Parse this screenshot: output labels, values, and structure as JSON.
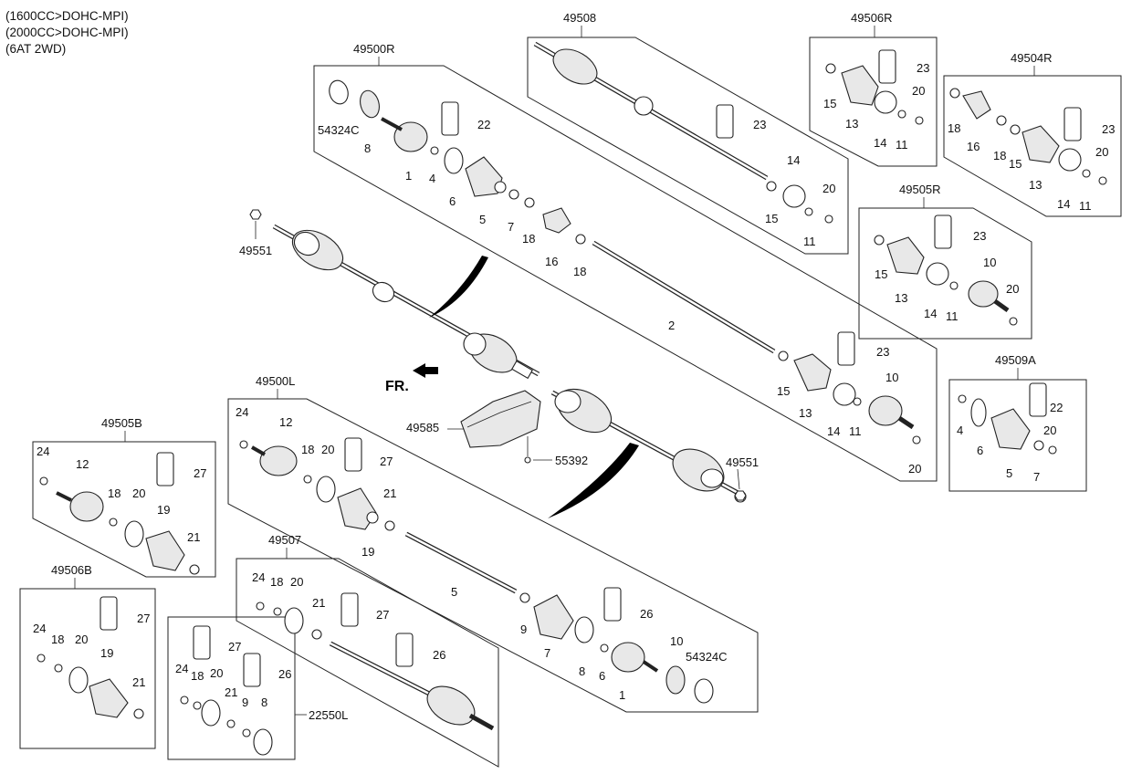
{
  "header_notes": [
    "(1600CC>DOHC-MPI)",
    "(2000CC>DOHC-MPI)",
    "(6AT 2WD)"
  ],
  "fr_label": "FR.",
  "assembly_labels": {
    "a49508": "49508",
    "a49506R": "49506R",
    "a49504R": "49504R",
    "a49500R": "49500R",
    "a49505R": "49505R",
    "a49509A": "49509A",
    "a49500L": "49500L",
    "a49505B": "49505B",
    "a49506B": "49506B",
    "a49507": "49507",
    "a22550L": "22550L"
  },
  "part_labels": {
    "p49551a": "49551",
    "p49551b": "49551",
    "p49585": "49585",
    "p55392": "55392",
    "r_54324C": "54324C",
    "r_8": "8",
    "r_1": "1",
    "r_4": "4",
    "r_22": "22",
    "r_6": "6",
    "r_5": "5",
    "r_7": "7",
    "r_18a": "18",
    "r_16": "16",
    "r_18b": "18",
    "r_2": "2",
    "r_15": "15",
    "r_23": "23",
    "r_13": "13",
    "r_14": "14",
    "r_11": "11",
    "r_10": "10",
    "r_20": "20",
    "t_23": "23",
    "t_14": "14",
    "t_20": "20",
    "t_15": "15",
    "t_11": "11",
    "s6_23": "23",
    "s6_15": "15",
    "s6_20": "20",
    "s6_13": "13",
    "s6_14": "14",
    "s6_11": "11",
    "s4_18": "18",
    "s4_16": "16",
    "s4_18b": "18",
    "s4_15": "15",
    "s4_23": "23",
    "s4_20": "20",
    "s4_13": "13",
    "s4_14": "14",
    "s4_11": "11",
    "s5_23": "23",
    "s5_15": "15",
    "s5_10": "10",
    "s5_13": "13",
    "s5_20": "20",
    "s5_14": "14",
    "s5_11": "11",
    "s9_22": "22",
    "s9_4": "4",
    "s9_20": "20",
    "s9_6": "6",
    "s9_7": "7",
    "s9_5": "5",
    "l_24": "24",
    "l_12": "12",
    "l_18": "18",
    "l_20": "20",
    "l_27": "27",
    "l_21": "21",
    "l_19": "19",
    "l_5": "5",
    "l_9": "9",
    "l_26": "26",
    "l_7": "7",
    "l_8": "8",
    "l_10": "10",
    "l_6": "6",
    "l_54324C": "54324C",
    "l_1": "1",
    "b_24": "24",
    "b_12": "12",
    "b_27": "27",
    "b_18": "18",
    "b_20": "20",
    "b_19": "19",
    "b_21": "21",
    "c_27": "27",
    "c_24": "24",
    "c_18": "18",
    "c_20": "20",
    "c_19": "19",
    "c_21": "21",
    "d_24": "24",
    "d_18": "18",
    "d_20": "20",
    "d_27": "27",
    "d_21": "21",
    "d_26": "26",
    "e_27": "27",
    "e_24": "24",
    "e_18": "18",
    "e_20": "20",
    "e_26": "26",
    "e_21": "21",
    "e_9": "9",
    "e_8": "8"
  }
}
